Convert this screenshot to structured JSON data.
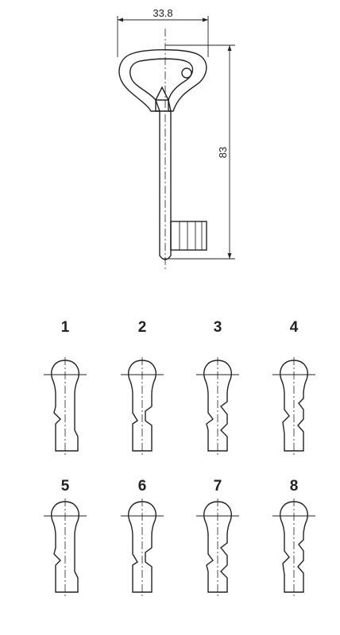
{
  "drawing": {
    "width_label": "33.8",
    "height_label": "83"
  },
  "profiles": [
    {
      "number": "1"
    },
    {
      "number": "2"
    },
    {
      "number": "3"
    },
    {
      "number": "4"
    },
    {
      "number": "5"
    },
    {
      "number": "6"
    },
    {
      "number": "7"
    },
    {
      "number": "8"
    }
  ]
}
